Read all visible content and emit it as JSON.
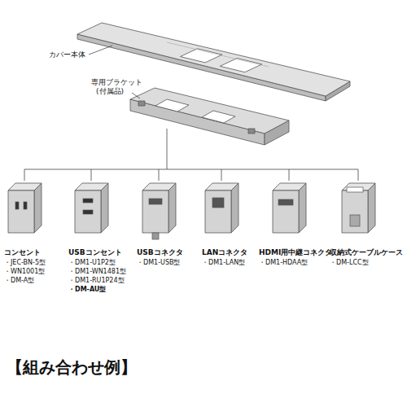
{
  "diagram": {
    "title": "【組み合わせ例】",
    "labels": [
      "カバー本体",
      "専用ブラケット",
      "(付属品)",
      "コンセント",
      "・JEC-BN-5型",
      "・WN1001型",
      "・DM-A型",
      "USBコンセント",
      "・DM1-U1P2型",
      "・DM1-WN1481型",
      "・DM1-RU1P24型",
      "・DM-AU型",
      "USBコネクタ",
      "・DM1-USB型",
      "LANコネクタ",
      "・DM1-LAN型",
      "HDMI用中継コネクタ",
      "・DM1-HDAA型",
      "収納式ケーブルケース",
      "・DM-LCC型"
    ]
  }
}
